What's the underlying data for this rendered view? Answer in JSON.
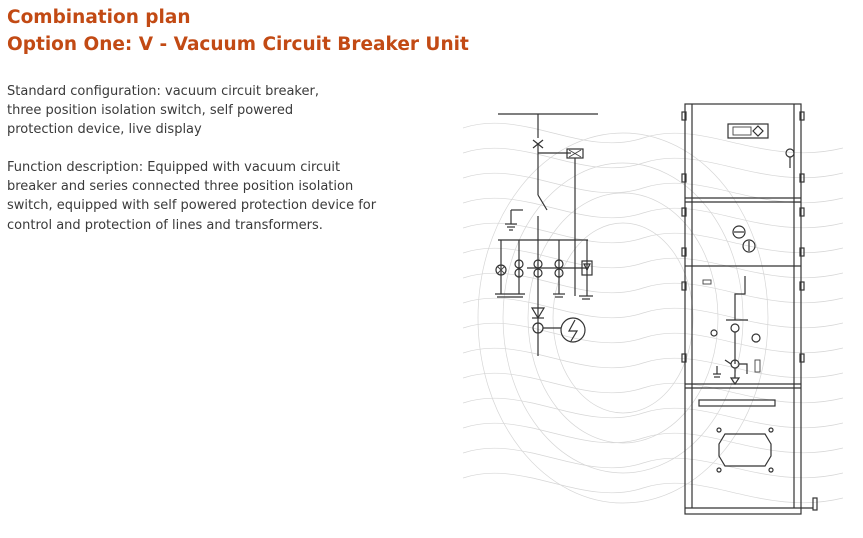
{
  "heading": {
    "title": "Combination plan",
    "subtitle": "Option One: V - Vacuum Circuit Breaker Unit"
  },
  "description": {
    "standard": "Standard configuration: vacuum circuit breaker, three position isolation switch, self powered protection device, live display",
    "function": "Function description: Equipped with vacuum circuit breaker and series connected three position isolation switch, equipped with self powered protection device for control and protection of lines and transformers."
  },
  "colors": {
    "heading": "#c24a14",
    "body_text": "#3a3a3a",
    "line_art": "#333333"
  }
}
